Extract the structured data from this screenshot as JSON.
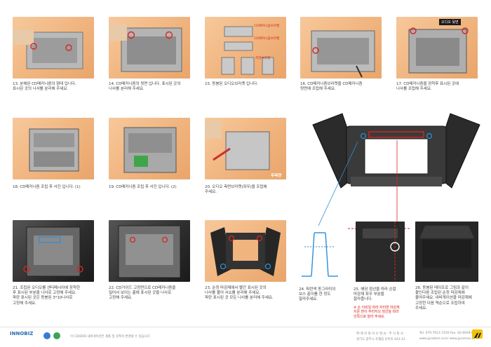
{
  "steps": {
    "s13": {
      "lines": [
        "13. 분해된 CD메커니즘의 형태 입니다.",
        "표시된 곳의 나사를 분리해 주세요."
      ]
    },
    "s14": {
      "lines": [
        "14. CD메커니즘의 뒷면 입니다. 표시된 곳의",
        "나사를 분리해 주세요."
      ]
    },
    "s15": {
      "lines": [
        "15. 동봉된 오디오브라켓 입니다."
      ]
    },
    "s16": {
      "lines": [
        "16. CD메커니즘브라켓을 CD메커니즘",
        "뒷면에 조립해 주세요."
      ]
    },
    "s17": {
      "lines": [
        "17. CD메커니즘을 장착후 표시된 곳에",
        "나사를 조립해 주세요."
      ]
    },
    "s18": {
      "lines": [
        "18. CD메커니즘 조립 후 사진 입니다. (1)"
      ]
    },
    "s19": {
      "lines": [
        "19. CD메커니즘 조립 후 사진 입니다. (2)"
      ]
    },
    "s20": {
      "lines": [
        "20. 오디오 측면브라켓(좌우)을 조립해",
        "주세요."
      ]
    },
    "s21": {
      "lines": [
        "21. 조립된 오디오를 센터페시아에 장착한",
        "후 표시된 부분을 나사로 고정해 주세요.",
        "파란 표시된 곳은 동봉된 3*10나사로",
        "고정해 주세요."
      ]
    },
    "s22": {
      "lines": [
        "22. CD가이드 고정면으로 CD메커니즘을",
        "밀어서 보이는 홀에 표시된 곳을 나사로",
        "고정해 주세요."
      ]
    },
    "s23": {
      "lines": [
        "23. 순정 마감재에서 빨간 표시된 곳의",
        "나사를 풀어 서쇼를 분리해 주세요.",
        "파란 표시된 곳 모든 나사를 분리해 주세요."
      ]
    },
    "s24": {
      "lines": [
        "24. 파란색 동그라미의",
        "보스 끝이를 한 정도",
        "잘라주세요."
      ]
    },
    "s25": {
      "lines": [
        "25. 해당 점선을 따라 손칼",
        "마감재 좌우 부분을",
        "잘라줍니다."
      ],
      "note": [
        "※ 손 이외일 따라 자리면 마감재",
        "지문 면이 부러지므 점선을 따라",
        "안쪽으로 잘라 주세요."
      ]
    },
    "s26": {
      "lines": [
        "26. 동봉된 테이프로 그림과 같이",
        "붙인다음 조립된 순정 마감재에",
        "붙여주세요. 내비게이션을 마감재에",
        "고정한 다음 역순으로 조립하여",
        "주세요."
      ]
    }
  },
  "tags": {
    "audio_back": "오디오 뒷면",
    "right_side": "우측면",
    "bracket_a": "CD메커니즘브라켓",
    "bracket_b": "CD메커니즘브라켓",
    "bracket_c": "측면브라켓"
  },
  "footer": {
    "brand_left": "INNOBIZ",
    "disclaimer": "이 CD/DVD 내비게이션은 제품 및 장착이 변경될 수 있습니다.",
    "company_line": "㈜ 제 이 와 이 쓰 앤 씨  ·  주 식 회 사",
    "address_line": "경기도 광주시 초월읍 산이리 442-12",
    "tel": "Tel. 070-7011-7220   Fax. 02-6918-6619",
    "web": "www.jycatom.co.kr   www.jycarnav.co.kr"
  },
  "colors": {
    "accent_red": "#d7261f",
    "accent_blue": "#2a8fd6",
    "photo_orange": "#f0b47e"
  }
}
